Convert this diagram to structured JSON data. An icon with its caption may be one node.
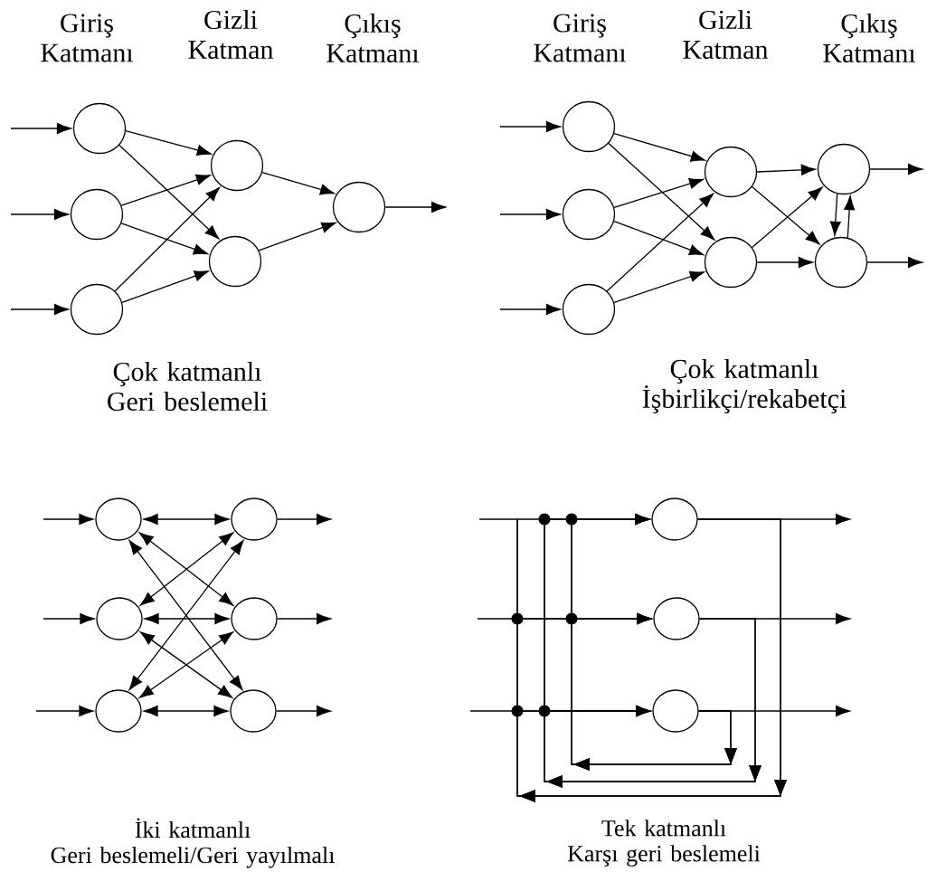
{
  "diagram": {
    "nodes": [
      {
        "text": [],
        "shape": "circle"
      },
      {
        "text": [],
        "shape": "circle"
      },
      {
        "text": [],
        "shape": "circle"
      },
      {
        "text": [],
        "shape": "circle"
      },
      {
        "text": [],
        "shape": "circle"
      },
      {
        "text": [],
        "shape": "circle"
      },
      {
        "text": [],
        "shape": "circle"
      },
      {
        "text": [],
        "shape": "circle"
      },
      {
        "text": [],
        "shape": "circle"
      },
      {
        "text": [],
        "shape": "circle"
      },
      {
        "text": [],
        "shape": "circle"
      },
      {
        "text": [],
        "shape": "circle"
      },
      {
        "text": [],
        "shape": "circle"
      },
      {
        "text": [],
        "shape": "circle"
      },
      {
        "text": [],
        "shape": "circle"
      },
      {
        "text": [],
        "shape": "circle"
      },
      {
        "text": [],
        "shape": "circle"
      },
      {
        "text": [],
        "shape": "circle"
      },
      {
        "text": [],
        "shape": "circle"
      },
      {
        "text": [],
        "shape": "circle"
      },
      {
        "text": [],
        "shape": "circle"
      },
      {
        "text": [],
        "shape": "circle"
      }
    ],
    "edges": [
      {
        "from": null,
        "to": 0,
        "arrow": "to"
      },
      {
        "from": null,
        "to": 1,
        "arrow": "to"
      },
      {
        "from": null,
        "to": 2,
        "arrow": "to"
      },
      {
        "from": 0,
        "to": 3,
        "arrow": "to"
      },
      {
        "from": 0,
        "to": 4,
        "arrow": "to"
      },
      {
        "from": 1,
        "to": 3,
        "arrow": "to"
      },
      {
        "from": 1,
        "to": 4,
        "arrow": "to"
      },
      {
        "from": 2,
        "to": 3,
        "arrow": "to"
      },
      {
        "from": 2,
        "to": 4,
        "arrow": "to"
      },
      {
        "from": 3,
        "to": 5,
        "arrow": "to"
      },
      {
        "from": 4,
        "to": 5,
        "arrow": "to"
      },
      {
        "from": 5,
        "to": null,
        "arrow": "to"
      },
      {
        "from": null,
        "to": 6,
        "arrow": "to"
      },
      {
        "from": null,
        "to": 7,
        "arrow": "to"
      },
      {
        "from": null,
        "to": 8,
        "arrow": "to"
      },
      {
        "from": 6,
        "to": 9,
        "arrow": "to"
      },
      {
        "from": 6,
        "to": 10,
        "arrow": "to"
      },
      {
        "from": 7,
        "to": 9,
        "arrow": "to"
      },
      {
        "from": 7,
        "to": 10,
        "arrow": "to"
      },
      {
        "from": 8,
        "to": 9,
        "arrow": "to"
      },
      {
        "from": 8,
        "to": 10,
        "arrow": "to"
      },
      {
        "from": 9,
        "to": 11,
        "arrow": "to"
      },
      {
        "from": 9,
        "to": 12,
        "arrow": "to"
      },
      {
        "from": 10,
        "to": 11,
        "arrow": "to"
      },
      {
        "from": 10,
        "to": 12,
        "arrow": "to"
      },
      {
        "from": 11,
        "to": 12,
        "arrow": "to"
      },
      {
        "from": 12,
        "to": 11,
        "arrow": "to"
      },
      {
        "from": 11,
        "to": null,
        "arrow": "to"
      },
      {
        "from": 12,
        "to": null,
        "arrow": "to"
      },
      {
        "from": null,
        "to": 13,
        "arrow": "to"
      },
      {
        "from": null,
        "to": 14,
        "arrow": "to"
      },
      {
        "from": null,
        "to": 15,
        "arrow": "to"
      },
      {
        "from": 13,
        "to": 16,
        "arrow": "both"
      },
      {
        "from": 13,
        "to": 17,
        "arrow": "both"
      },
      {
        "from": 13,
        "to": 18,
        "arrow": "both"
      },
      {
        "from": 14,
        "to": 16,
        "arrow": "both"
      },
      {
        "from": 14,
        "to": 17,
        "arrow": "both"
      },
      {
        "from": 14,
        "to": 18,
        "arrow": "both"
      },
      {
        "from": 15,
        "to": 16,
        "arrow": "both"
      },
      {
        "from": 15,
        "to": 17,
        "arrow": "both"
      },
      {
        "from": 15,
        "to": 18,
        "arrow": "both"
      },
      {
        "from": 16,
        "to": null,
        "arrow": "to"
      },
      {
        "from": 17,
        "to": null,
        "arrow": "to"
      },
      {
        "from": 18,
        "to": null,
        "arrow": "to"
      },
      {
        "from": null,
        "to": 19,
        "arrow": "to"
      },
      {
        "from": null,
        "to": 20,
        "arrow": "to"
      },
      {
        "from": null,
        "to": 21,
        "arrow": "to"
      },
      {
        "from": 19,
        "to": null,
        "arrow": "to"
      },
      {
        "from": 20,
        "to": null,
        "arrow": "to"
      },
      {
        "from": 21,
        "to": null,
        "arrow": "to"
      },
      {
        "from": 19,
        "to": 20,
        "arrow": "to"
      },
      {
        "from": 19,
        "to": 21,
        "arrow": "to"
      },
      {
        "from": 20,
        "to": 19,
        "arrow": "to"
      },
      {
        "from": 20,
        "to": 21,
        "arrow": "to"
      },
      {
        "from": 21,
        "to": 19,
        "arrow": "to"
      },
      {
        "from": 21,
        "to": 20,
        "arrow": "to"
      }
    ],
    "labels": [
      "Giriş Katmanı",
      "Gizli Katman",
      "Çıkış Katmanı",
      "Giriş Katmanı",
      "Gizli Katman",
      "Çıkış Katmanı",
      "Çok katmanlı Geri beslemeli",
      "Çok katmanlı İşbirlikçi/rekabetçi",
      "İki katmanlı Geri beslemeli/Geri yayılmalı",
      "Tek katmanlı Karşı geri beslemeli"
    ]
  }
}
